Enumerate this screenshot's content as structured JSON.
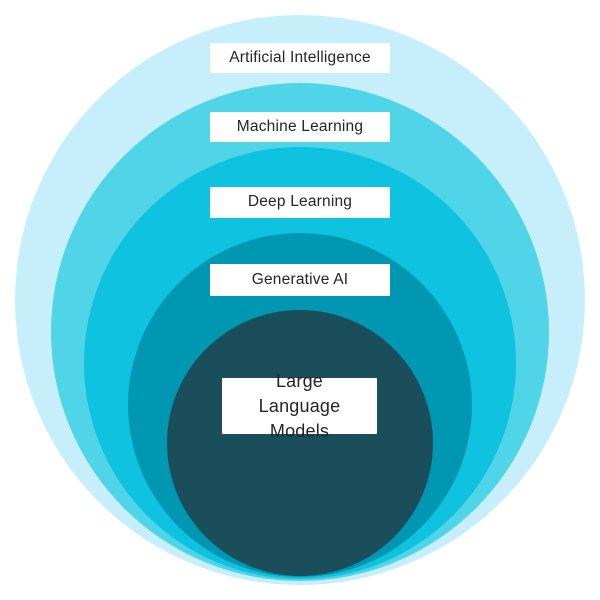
{
  "diagram": {
    "type": "concentric-circles",
    "title": "AI concepts nested hierarchy",
    "background_color": "#FFFFFF",
    "label_box_color": "#FFFFFF",
    "text_color": "#252525",
    "layers": [
      {
        "label": "Artificial Intelligence",
        "color": "#C6EFFB"
      },
      {
        "label": "Machine Learning",
        "color": "#50D4E8"
      },
      {
        "label": "Deep Learning",
        "color": "#0EC2E0"
      },
      {
        "label": "Generative AI",
        "color": "#0097B2"
      },
      {
        "label": "Large Language Models",
        "color": "#1B4E5B"
      }
    ]
  }
}
